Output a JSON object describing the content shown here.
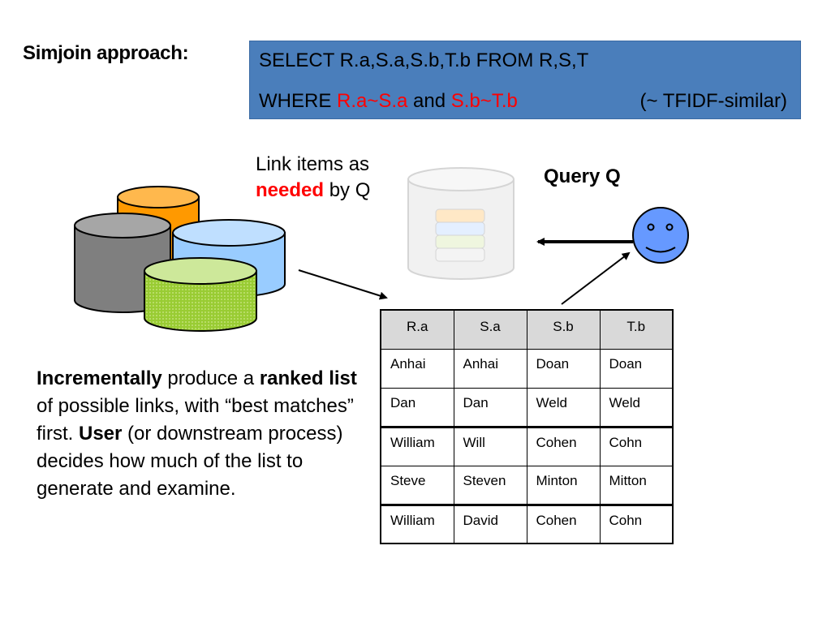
{
  "title": "Simjoin approach:",
  "sql": {
    "line1": "SELECT R.a,S.a,S.b,T.b FROM R,S,T",
    "where_kw": "WHERE ",
    "cond1": "R.a~S.a",
    "and_kw": " and ",
    "cond2": "S.b~T.b",
    "note": "(~ TFIDF-similar)"
  },
  "link_caption": {
    "line1": "Link items as",
    "needed": "needed",
    "by_q": " by Q"
  },
  "query_label": "Query Q",
  "table": {
    "headers": [
      "R.a",
      "S.a",
      "S.b",
      "T.b"
    ],
    "rows": [
      [
        "Anhai",
        "Anhai",
        "Doan",
        "Doan"
      ],
      [
        "Dan",
        "Dan",
        "Weld",
        "Weld"
      ],
      [
        "William",
        "Will",
        "Cohen",
        "Cohn"
      ],
      [
        "Steve",
        "Steven",
        "Minton",
        "Mitton"
      ],
      [
        "William",
        "David",
        "Cohen",
        "Cohn"
      ]
    ]
  },
  "body": {
    "b1": "Incrementally",
    "t1": " produce a ",
    "b2": "ranked list",
    "t2": " of possible links, with “best matches” first. ",
    "b3": "User",
    "t3": " (or downstream process) decides how much of the list to generate and examine."
  },
  "colors": {
    "sql_bg": "#4a7ebb",
    "highlight": "#ff0000",
    "orange_db": "#ff9900",
    "gray_db": "#7f7f7f",
    "blue_db": "#99ccff",
    "green_db": "#99cc33",
    "smiley": "#6699ff"
  },
  "icons": [
    "database-stack-icon",
    "faded-database-icon",
    "smiley-user-icon",
    "arrow-icon"
  ]
}
